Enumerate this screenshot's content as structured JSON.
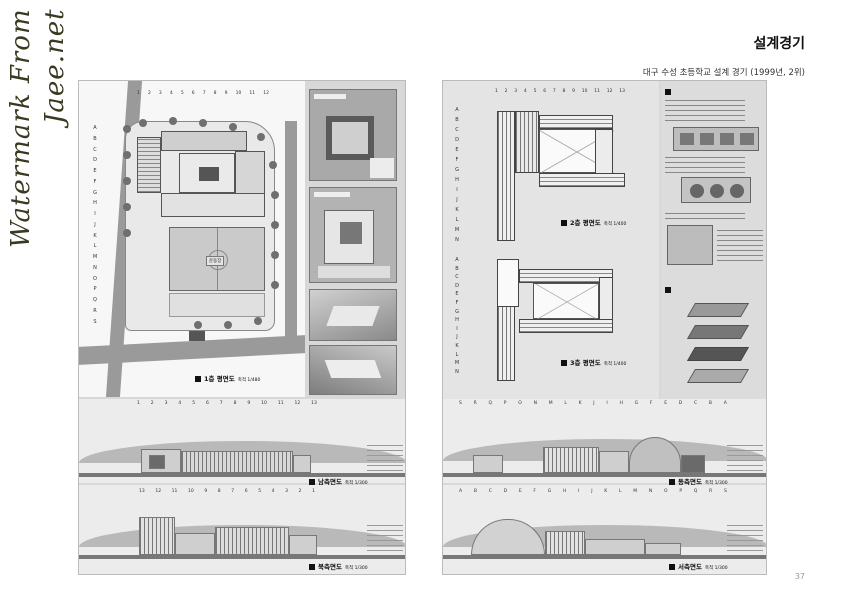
{
  "watermark": "Watermark From Jaee.net",
  "header": {
    "title": "설계경기",
    "subtitle": "대구 수성 초등학교 설계 경기 (1999년, 2위)"
  },
  "page_number": "37",
  "left_board": {
    "grid_numbers": [
      "1",
      "2",
      "3",
      "4",
      "5",
      "6",
      "7",
      "8",
      "9",
      "10",
      "11",
      "12"
    ],
    "grid_letters": [
      "A",
      "B",
      "C",
      "D",
      "E",
      "F",
      "G",
      "H",
      "I",
      "J",
      "K",
      "L",
      "M",
      "N",
      "O",
      "P",
      "Q",
      "R",
      "S"
    ],
    "plan_label": "1층 평면도",
    "plan_scale": "축척 1/480",
    "field_label": "운동장",
    "south_elev_label": "남측면도",
    "south_elev_scale": "축척 1/300",
    "north_elev_label": "북측면도",
    "north_elev_scale": "축척 1/300",
    "south_elev_numbers": [
      "1",
      "2",
      "3",
      "4",
      "5",
      "6",
      "7",
      "8",
      "9",
      "10",
      "11",
      "12",
      "13"
    ],
    "north_elev_numbers": [
      "13",
      "12",
      "11",
      "10",
      "9",
      "8",
      "7",
      "6",
      "5",
      "4",
      "3",
      "2",
      "1"
    ]
  },
  "right_board": {
    "grid_numbers": [
      "1",
      "2",
      "3",
      "4",
      "5",
      "6",
      "7",
      "8",
      "9",
      "10",
      "11",
      "12",
      "13"
    ],
    "grid_letters": [
      "A",
      "B",
      "C",
      "D",
      "E",
      "F",
      "G",
      "H",
      "I",
      "J",
      "K",
      "L",
      "M",
      "N"
    ],
    "plan2_label": "2층 평면도",
    "plan2_scale": "축척 1/400",
    "plan3_label": "3층 평면도",
    "plan3_scale": "축척 1/400",
    "east_elev_label": "동측면도",
    "east_elev_scale": "축척 1/300",
    "west_elev_label": "서측면도",
    "west_elev_scale": "축척 1/300",
    "east_elev_letters": [
      "S",
      "R",
      "Q",
      "P",
      "O",
      "N",
      "M",
      "L",
      "K",
      "J",
      "I",
      "H",
      "G",
      "F",
      "E",
      "D",
      "C",
      "B",
      "A"
    ],
    "west_elev_letters": [
      "A",
      "B",
      "C",
      "D",
      "E",
      "F",
      "G",
      "H",
      "I",
      "J",
      "K",
      "L",
      "M",
      "N",
      "O",
      "P",
      "Q",
      "R",
      "S"
    ]
  }
}
